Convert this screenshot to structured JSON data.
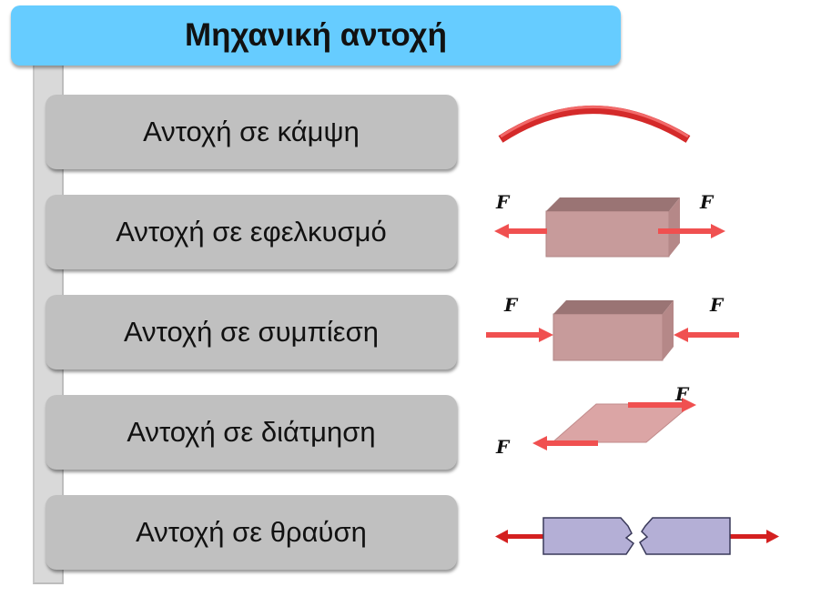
{
  "title": "Μηχανική αντοχή",
  "items": [
    {
      "label": "Αντοχή σε κάμψη"
    },
    {
      "label": "Αντοχή σε εφελκυσμό"
    },
    {
      "label": "Αντοχή σε συμπίεση"
    },
    {
      "label": "Αντοχή σε διάτμηση"
    },
    {
      "label": "Αντοχή σε θραύση"
    }
  ],
  "force_label": "F",
  "colors": {
    "title_bg": "#66ccff",
    "item_bg": "#c0c0c0",
    "arrow": "#f05050",
    "arrow_dark": "#d42020",
    "block_front": "#c79b9b",
    "block_top": "#9a7474",
    "specimen": "#b4afd6"
  }
}
